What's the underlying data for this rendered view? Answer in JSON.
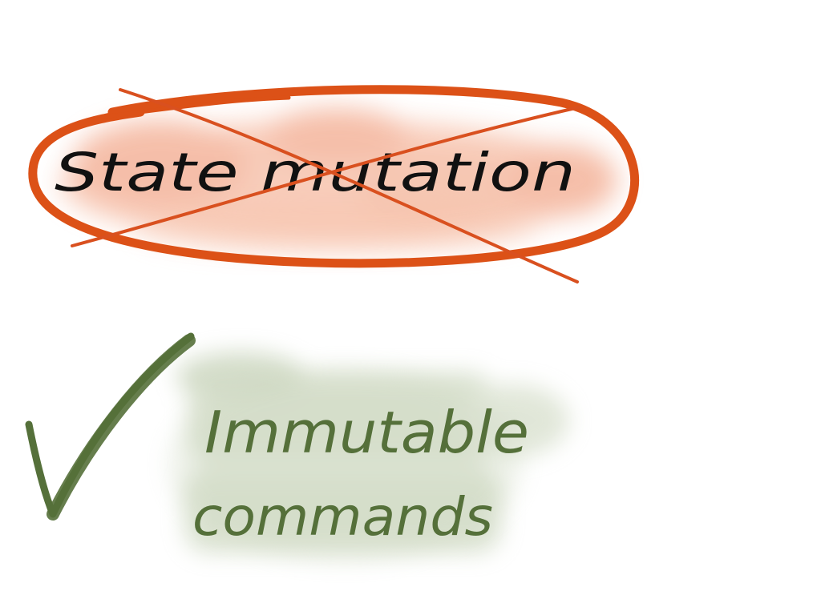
{
  "slide": {
    "rejected": {
      "text": "State mutation",
      "mark_icon": "cross-out-icon",
      "color": "#d9501f",
      "text_color": "#111111"
    },
    "approved": {
      "line1": "Immutable",
      "line2": "commands",
      "mark_icon": "checkmark-icon",
      "color": "#55703a"
    }
  }
}
